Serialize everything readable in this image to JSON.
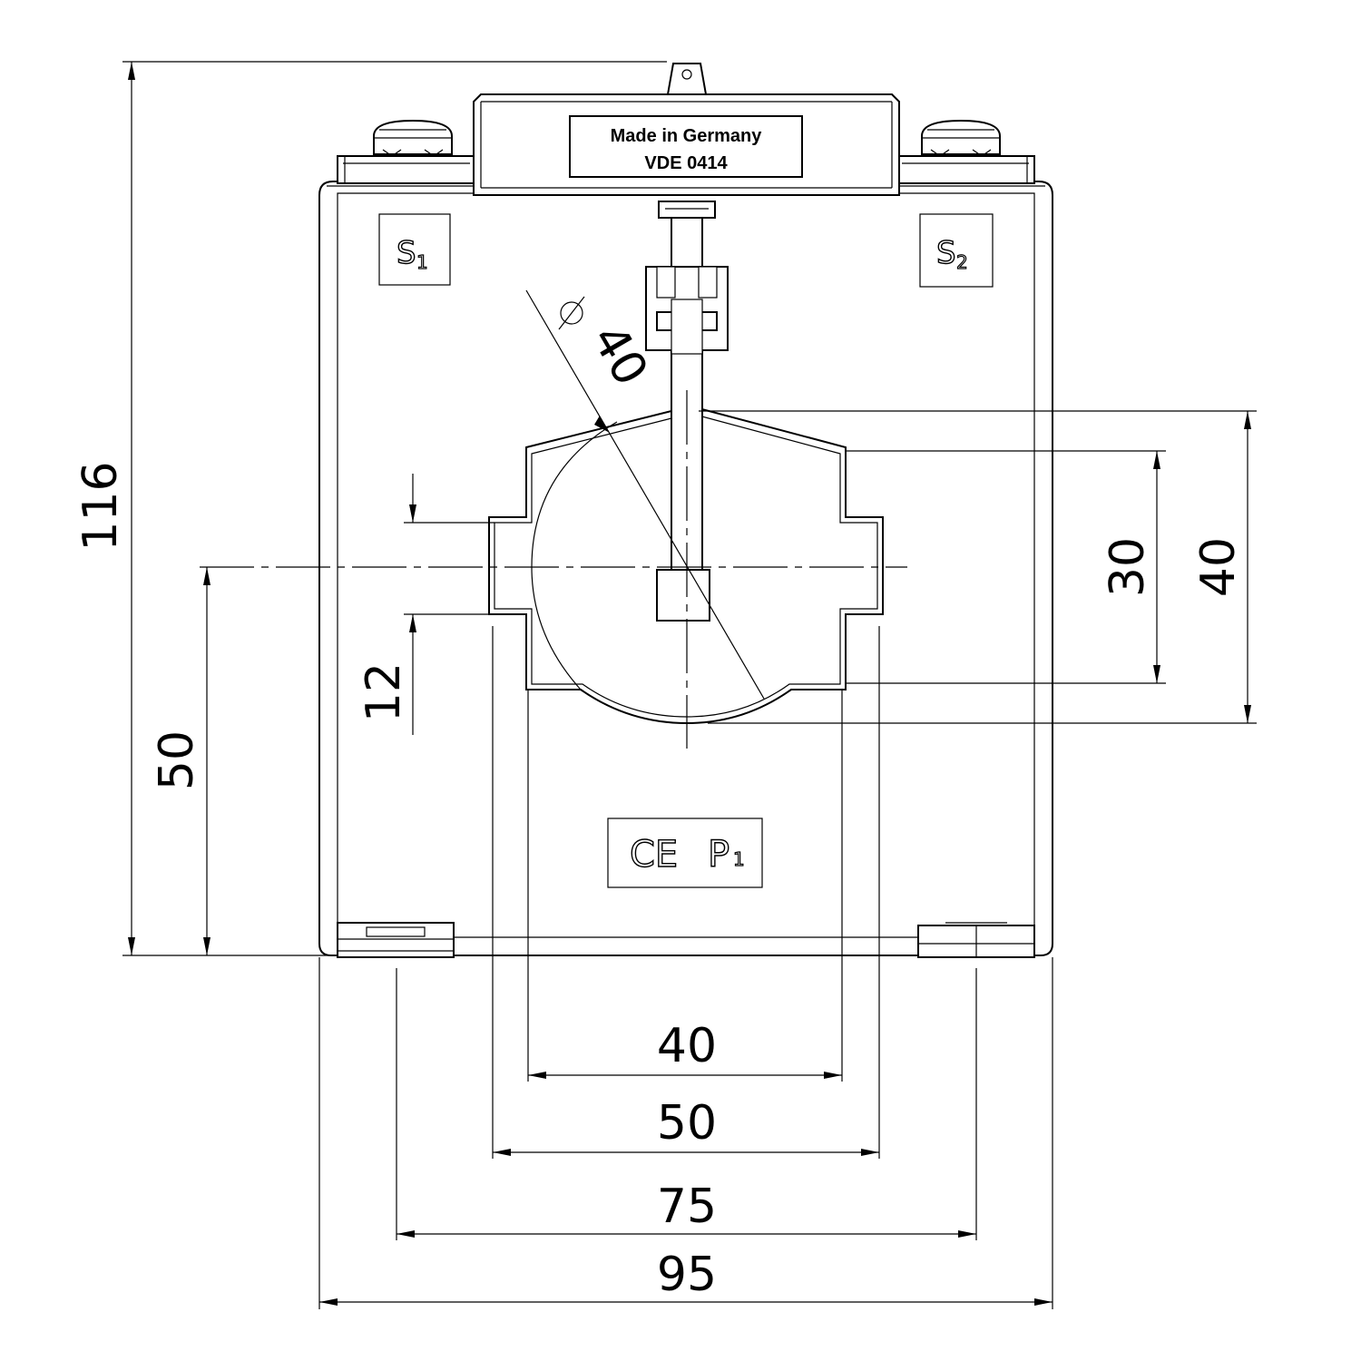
{
  "label_plate": {
    "line1": "Made in Germany",
    "line2": "VDE 0414"
  },
  "terminals": {
    "s1_letter": "S",
    "s1_index": "1",
    "s2_letter": "S",
    "s2_index": "2"
  },
  "marks": {
    "ce": "CE",
    "p_letter": "P",
    "p_index": "1"
  },
  "dimensions": {
    "overall_height": "116",
    "center_height": "50",
    "slot_height": "12",
    "window_height_inner": "30",
    "window_height_outer": "40",
    "diameter": "40",
    "window_width_inner": "40",
    "window_width_outer": "50",
    "mounting_pitch": "75",
    "overall_width": "95"
  },
  "symbols": {
    "diameter_symbol": "diameter-icon"
  }
}
